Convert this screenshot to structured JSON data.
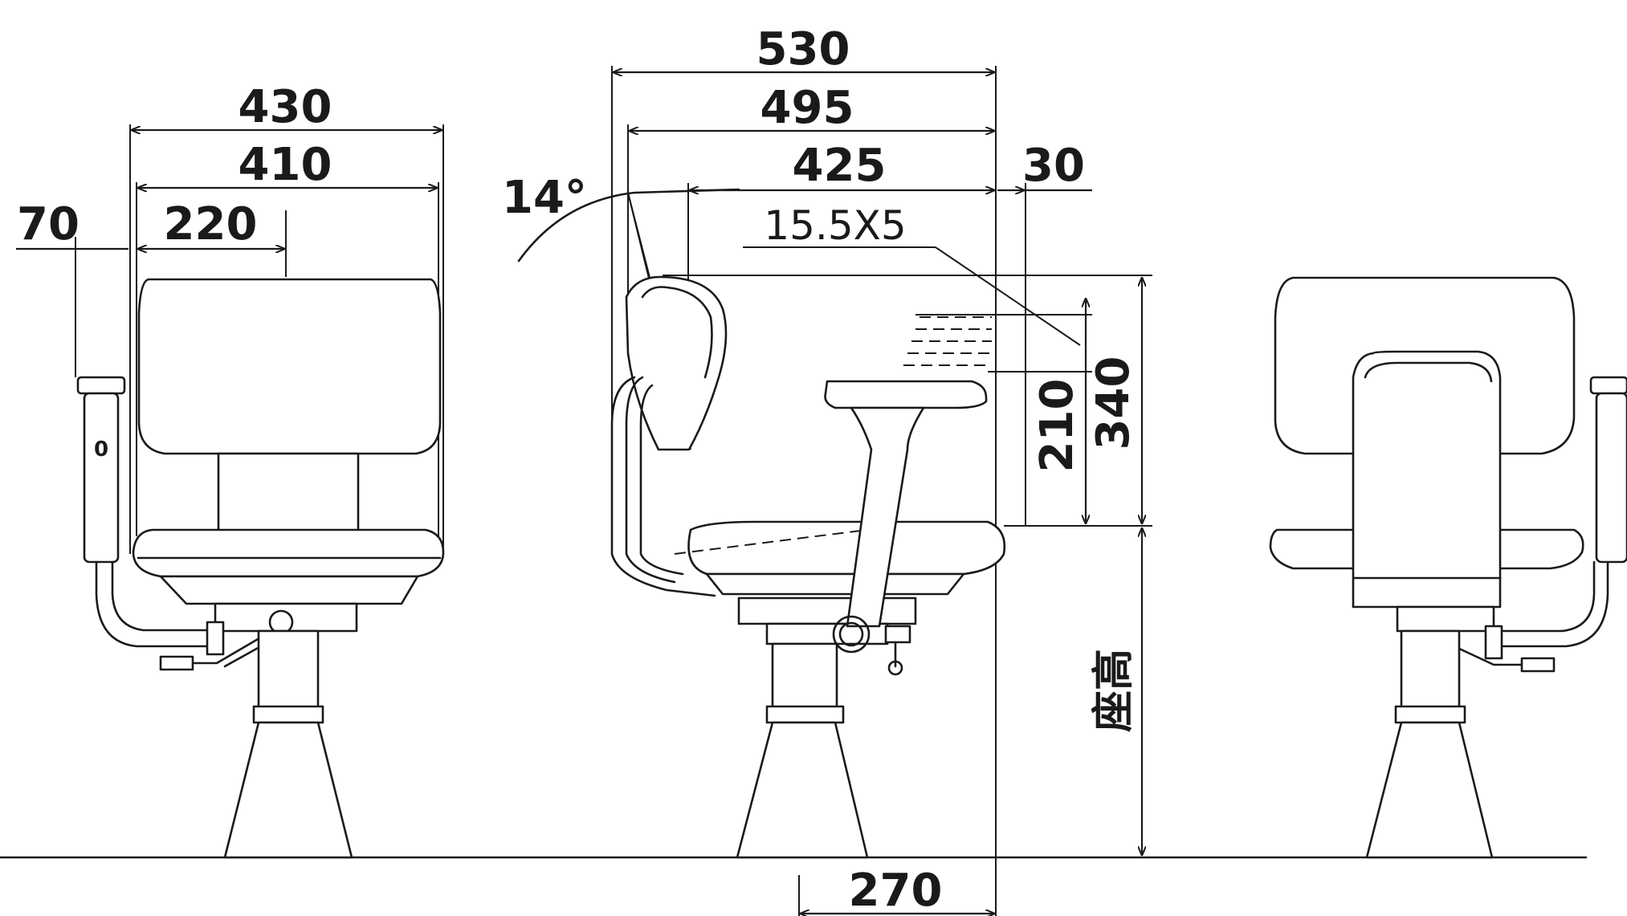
{
  "dimensions": {
    "front_overall_width": "430",
    "front_seat_width": "410",
    "front_half_width": "220",
    "front_arm_offset": "70",
    "side_overall_depth": "530",
    "side_depth_495": "495",
    "side_seat_depth": "425",
    "side_offset_30": "30",
    "side_recline_angle": "14°",
    "side_adjust_spec": "15.5X5",
    "side_arm_height": "210",
    "side_back_height": "340",
    "base_dim": "270",
    "seat_height_label": "座高"
  },
  "arm_marker": "0"
}
